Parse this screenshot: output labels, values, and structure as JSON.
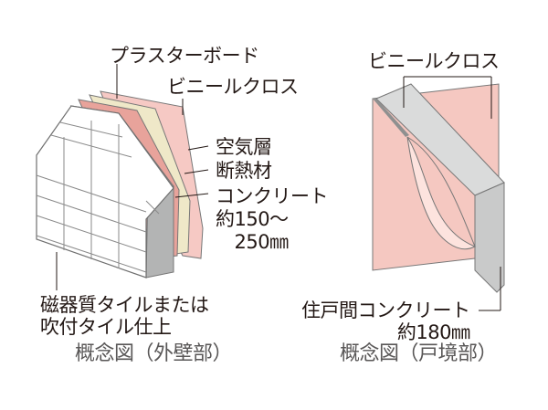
{
  "left_diagram": {
    "labels": {
      "plasterboard": "プラスターボード",
      "vinyl_cloth": "ビニールクロス",
      "air_layer": "空気層",
      "insulation": "断熱材",
      "concrete": "コンクリート\n約150〜\n　250㎜",
      "finish": "磁器質タイルまたは\n吹付タイル仕上"
    },
    "caption": "概念図（外壁部）",
    "colors": {
      "tile_face": "#ffffff",
      "tile_grout": "#6f6f6f",
      "concrete": "#c9caca",
      "insulation": "#e8a39b",
      "plasterboard": "#efe8c8",
      "vinyl_cloth": "#f6c9c4"
    }
  },
  "right_diagram": {
    "labels": {
      "vinyl_cloth": "ビニールクロス",
      "concrete": "住戸間コンクリート\n約180㎜"
    },
    "caption": "概念図（戸境部）",
    "colors": {
      "wall_face": "#f5c8c1",
      "concrete": "#c9caca",
      "concrete_dark": "#8f9090"
    }
  }
}
